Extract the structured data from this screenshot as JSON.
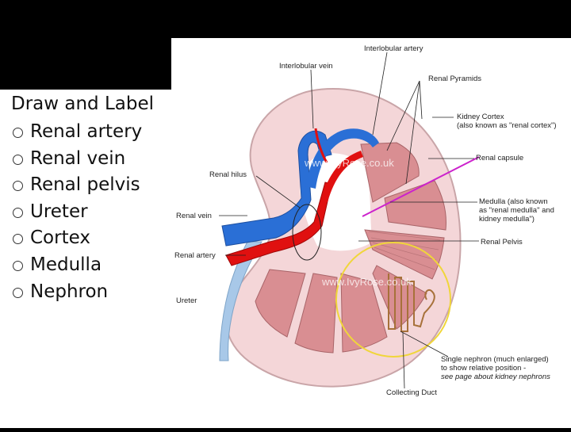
{
  "slide": {
    "heading": "Draw and Label",
    "items": [
      "Renal artery",
      "Renal vein",
      "Renal pelvis",
      "Ureter",
      "Cortex",
      "Medulla",
      "Nephron"
    ]
  },
  "diagram": {
    "labels": {
      "interlobular_artery": "Interlobular artery",
      "interlobular_vein": "Interlobular vein",
      "renal_pyramids": "Renal Pyramids",
      "kidney_cortex_1": "Kidney Cortex",
      "kidney_cortex_2": "(also known as \"renal cortex\")",
      "renal_capsule": "Renal capsule",
      "renal_hilus": "Renal hilus",
      "medulla_1": "Medulla (also known",
      "medulla_2": "as \"renal medulla\" and",
      "medulla_3": "kidney medulla\")",
      "renal_vein": "Renal vein",
      "renal_pelvis": "Renal Pelvis",
      "renal_artery": "Renal artery",
      "ureter": "Ureter",
      "nephron_1": "Single nephron (much enlarged)",
      "nephron_2": "to show relative position -",
      "nephron_3": "see page about kidney nephrons",
      "collecting_duct": "Collecting Duct"
    },
    "watermark": "www.IvyRose.co.uk",
    "colors": {
      "artery": "#e01010",
      "vein": "#2a6fd6",
      "ureter": "#a8c8e8",
      "cortex": "#f4d6d8",
      "medulla": "#d98e92"
    }
  }
}
